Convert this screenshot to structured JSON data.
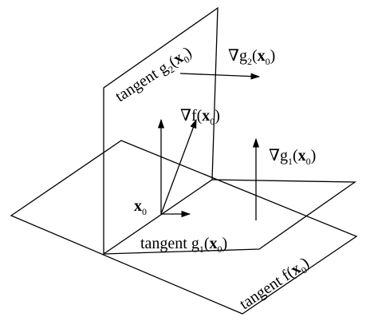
{
  "labels": {
    "tangent_g2": "tangent  g",
    "g2_sub": "2",
    "g2_arg": "(",
    "g2_x": "x",
    "g2_x_sub": "0",
    "g2_close": ")",
    "grad_g2": "∇g",
    "grad_g2_sub": "2",
    "grad_g2_open": "(",
    "grad_g2_x": "x",
    "grad_g2_x_sub": "0",
    "grad_g2_close": ")",
    "grad_f": "∇f(",
    "grad_f_x": "x",
    "grad_f_x_sub": "0",
    "grad_f_close": ")",
    "grad_g1": "∇g",
    "grad_g1_sub": "1",
    "grad_g1_open": "(",
    "grad_g1_x": "x",
    "grad_g1_x_sub": "0",
    "grad_g1_close": ")",
    "x0": "x",
    "x0_sub": "0",
    "tangent_g1": "tangent  g",
    "g1_sub": "1",
    "g1_open": "(",
    "g1_x": "x",
    "g1_x_sub": "0",
    "g1_close": ")",
    "tangent_f": "tangent  f(",
    "f_x": "x",
    "f_x_sub": "0",
    "f_close": ")"
  },
  "colors": {
    "stroke": "#000000",
    "background": "#ffffff"
  }
}
